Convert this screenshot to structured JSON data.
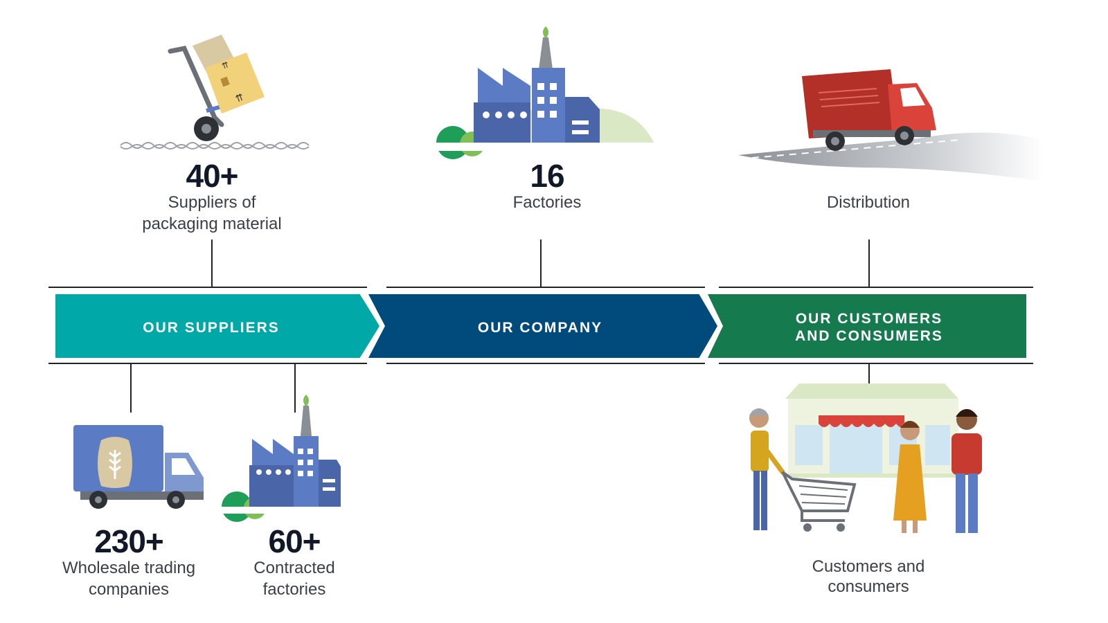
{
  "stages": {
    "suppliers": {
      "label": "OUR SUPPLIERS",
      "color": "#00a8a8"
    },
    "company": {
      "label": "OUR COMPANY",
      "color": "#004a7c"
    },
    "customers": {
      "label_line1": "OUR CUSTOMERS",
      "label_line2": "AND CONSUMERS",
      "color": "#157a4d"
    }
  },
  "top": {
    "packaging": {
      "value": "40+",
      "label_line1": "Suppliers of",
      "label_line2": "packaging material",
      "icon": "hand-truck-icon"
    },
    "factories": {
      "value": "16",
      "label": "Factories",
      "icon": "factory-icon"
    },
    "distribution": {
      "label": "Distribution",
      "icon": "delivery-truck-icon"
    }
  },
  "bottom": {
    "wholesale": {
      "value": "230+",
      "label_line1": "Wholesale trading",
      "label_line2": "companies",
      "icon": "grain-truck-icon"
    },
    "contracted": {
      "value": "60+",
      "label_line1": "Contracted",
      "label_line2": "factories",
      "icon": "factory-icon"
    },
    "customers": {
      "label_line1": "Customers and",
      "label_line2": "consumers",
      "icon": "shop-people-icon"
    }
  }
}
